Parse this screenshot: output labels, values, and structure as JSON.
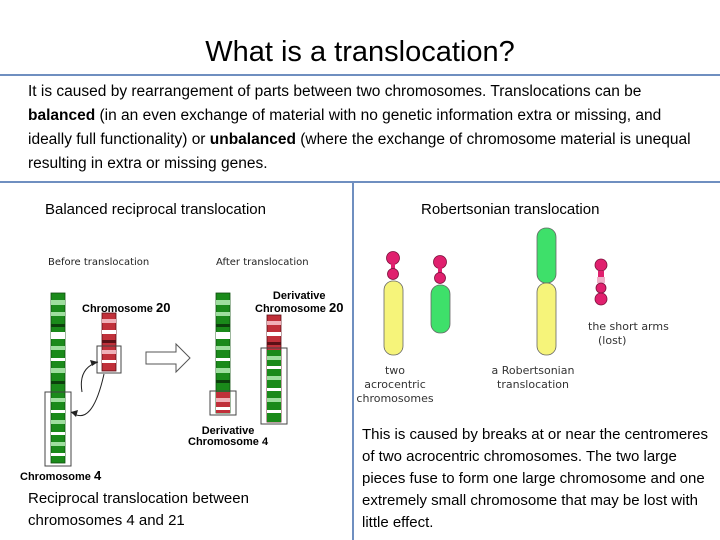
{
  "slide": {
    "title": "What is a translocation?",
    "intro": {
      "p1": "It is caused by rearrangement of parts between two chromosomes. Translocations can be ",
      "bold1": "balanced",
      "p2": " (in an even exchange of material with no genetic information extra or missing, and ideally full functionality) or ",
      "bold2": "unbalanced",
      "p3": " (where the exchange of chromosome material is unequal resulting in extra or missing genes."
    },
    "left": {
      "heading": "Balanced reciprocal translocation",
      "before_label": "Before translocation",
      "after_label": "After translocation",
      "chr20_label": "Chromosome 20",
      "chr4_label": "Chromosome 4",
      "der20_line1": "Derivative",
      "der20_line2": "Chromosome 20",
      "der4_line1": "Derivative",
      "der4_line2": "Chromosome 4",
      "caption": "Reciprocal translocation between chromosomes 4 and 21"
    },
    "right": {
      "heading": "Robertsonian translocation",
      "acro_label_1": "two acrocentric",
      "acro_label_2": "chromosomes",
      "rob_label_1": "a Robertsonian",
      "rob_label_2": "translocation",
      "short_label_1": "the short arms",
      "short_label_2": "(lost)",
      "caption": "This is caused by breaks at or near the centromeres of two acrocentric chromosomes. The two large pieces fuse to form one large chromosome and one extremely small chromosome that may be lost with little effect."
    },
    "colors": {
      "rule": "#6f8fc0",
      "chr4_green": "#1a8a1a",
      "chr20_red": "#c0303a",
      "acro_yellow": "#f6f47a",
      "acro_green": "#3ee06a",
      "satellite_pink": "#e0206e"
    }
  }
}
